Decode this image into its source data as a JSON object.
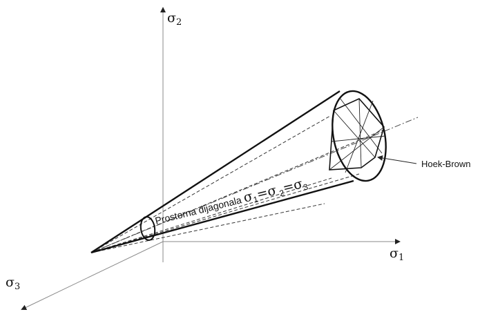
{
  "diagram": {
    "axes": {
      "sigma2": {
        "symbol": "σ",
        "subscript": "2"
      },
      "sigma1": {
        "symbol": "σ",
        "subscript": "1"
      },
      "sigma3": {
        "symbol": "σ",
        "subscript": "3"
      }
    },
    "diagonal_label": {
      "text": "Prostorna dijagonala ",
      "s1": "σ",
      "s1_sub": "1",
      "eq1": "=σ",
      "s2_sub": " 2",
      "eq2": "=σ",
      "s3_sub": "3"
    },
    "criterion_label": "Hoek-Brown",
    "colors": {
      "line": "#111111",
      "thin": "#8a8a8a",
      "background": "#ffffff"
    }
  }
}
